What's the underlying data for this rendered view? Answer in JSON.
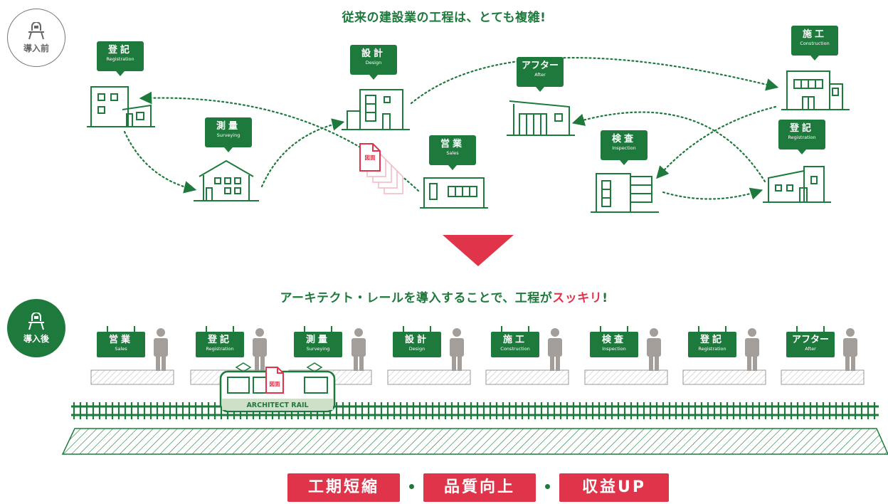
{
  "badges": {
    "before": "導入前",
    "after": "導入後"
  },
  "headline_top": "従来の建設業の工程は、とても複雑!",
  "headline_bottom": {
    "prefix": "アーキテクト・レールを導入することで、工程が",
    "highlight": "スッキリ",
    "suffix": "!"
  },
  "before_steps": [
    {
      "jp": "登記",
      "en": "Registration"
    },
    {
      "jp": "測量",
      "en": "Surveying"
    },
    {
      "jp": "設計",
      "en": "Design"
    },
    {
      "jp": "営業",
      "en": "Sales"
    },
    {
      "jp": "アフター",
      "en": "After"
    },
    {
      "jp": "施工",
      "en": "Construction"
    },
    {
      "jp": "検査",
      "en": "Inspection"
    },
    {
      "jp": "登記",
      "en": "Registration"
    }
  ],
  "document_label": "図面",
  "after_steps": [
    {
      "jp": "営業",
      "en": "Sales"
    },
    {
      "jp": "登記",
      "en": "Registration"
    },
    {
      "jp": "測量",
      "en": "Surveying"
    },
    {
      "jp": "設計",
      "en": "Design"
    },
    {
      "jp": "施工",
      "en": "Construction"
    },
    {
      "jp": "検査",
      "en": "Inspection"
    },
    {
      "jp": "登記",
      "en": "Registration"
    },
    {
      "jp": "アフター",
      "en": "After"
    }
  ],
  "train_label": "ARCHITECT RAIL",
  "results": [
    "工期短縮",
    "品質向上",
    "収益UP"
  ],
  "colors": {
    "green": "#1e7a3c",
    "red": "#e0344b",
    "gray": "#a39e99"
  }
}
